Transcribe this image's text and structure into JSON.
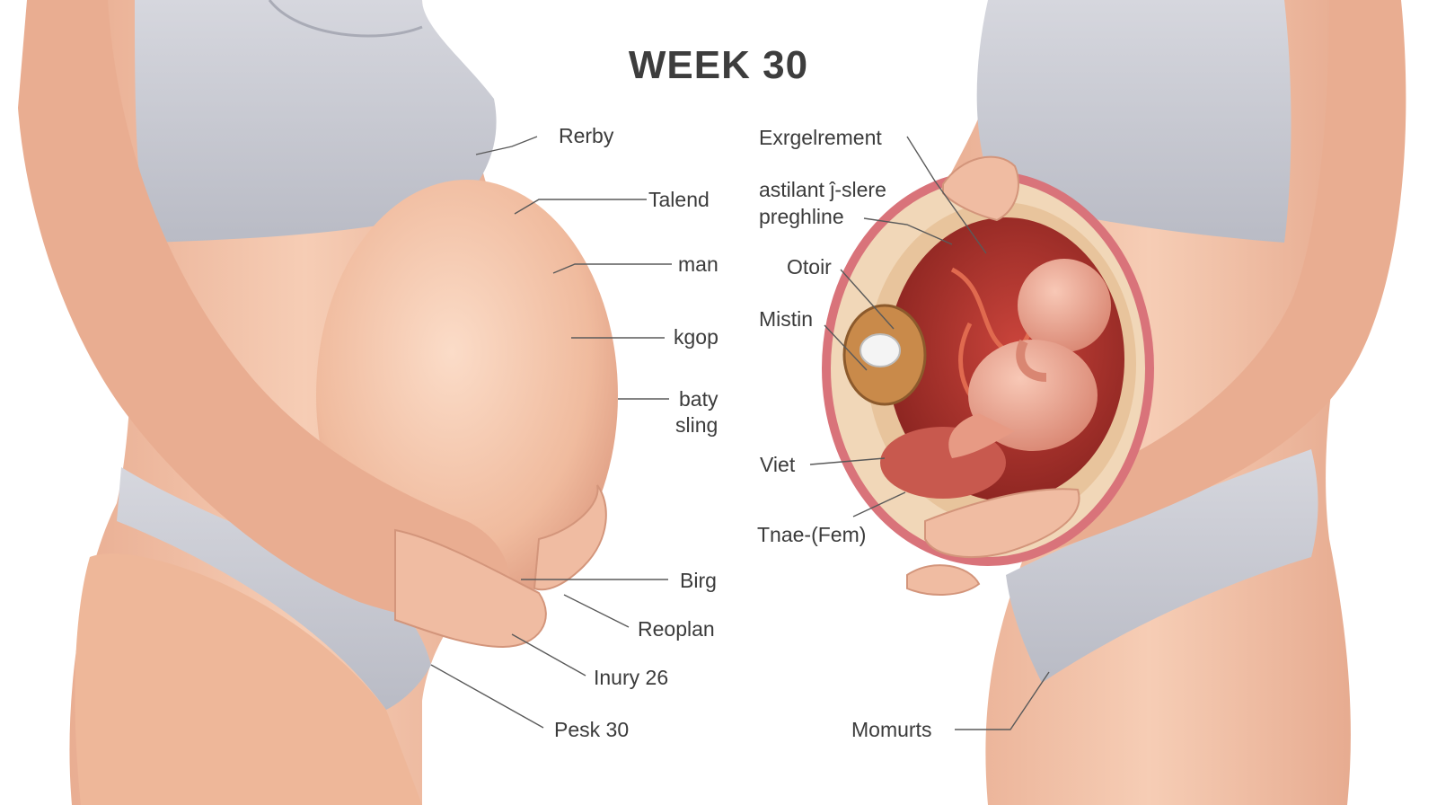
{
  "title": "WEEK 30",
  "left_labels": [
    "Rerby",
    "Talend",
    "man",
    "kgop",
    "baty",
    "sling",
    "Birg",
    "Reoplan",
    "Inury 26",
    "Pesk 30"
  ],
  "right_labels": [
    "Exrgelrement",
    "astilant ĵ-slere",
    "preghline",
    "Otoir",
    "Mistin",
    "Viet",
    "Tnae-(Fem)",
    "Momurts"
  ],
  "colors": {
    "skin": "#f2c2a6",
    "skin_shadow": "#d99a82",
    "garment": "#c9cbd3",
    "uterus_wall": "#d9737a",
    "womb_interior": "#a8312c",
    "fetus": "#eba48e",
    "leader_line": "#5a5a5a",
    "text": "#3b3b3b"
  },
  "icons": [
    "pregnant-torso-illustration",
    "cross-section-womb-illustration",
    "fetus-illustration"
  ]
}
